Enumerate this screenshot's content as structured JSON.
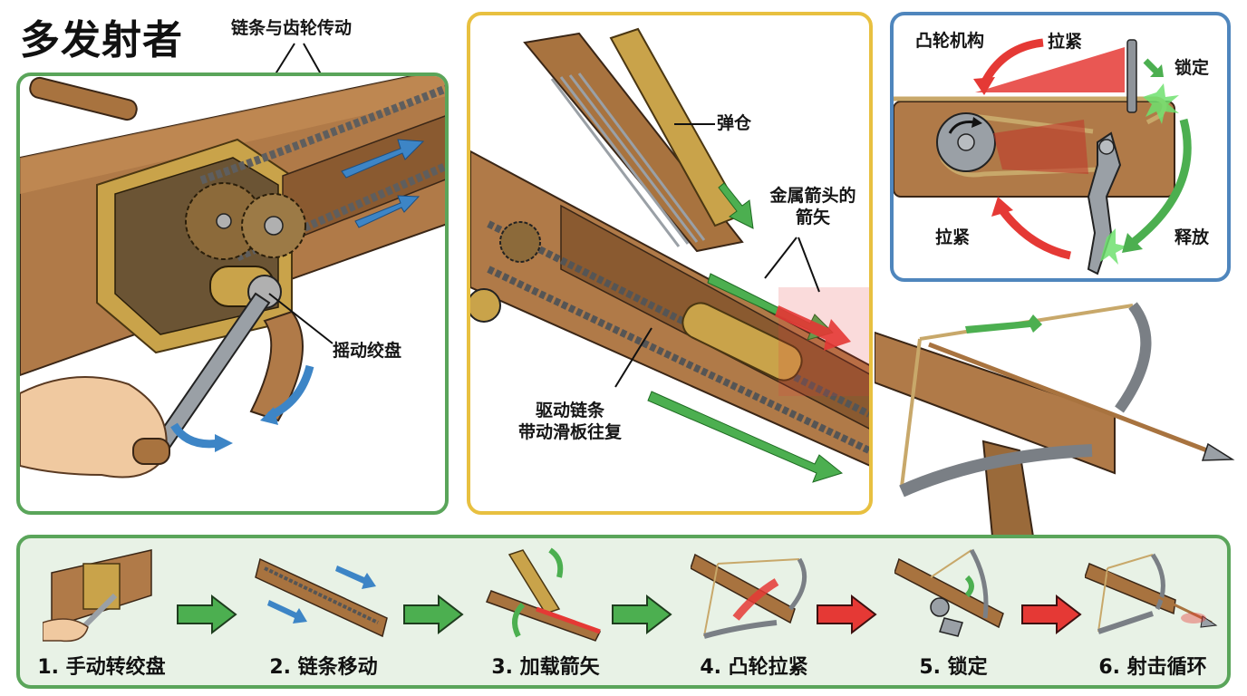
{
  "title": "多发射者",
  "colors": {
    "green_border": "#5aa55a",
    "yellow_border": "#e8c040",
    "blue_border": "#4f86bd",
    "steps_bg": "#e8f2e6",
    "arrow_green": "#4caf50",
    "arrow_red": "#e53935",
    "arrow_blue": "#3d85c6",
    "wood": "#b07a48",
    "brass": "#c9a34a",
    "steel": "#9aa0a6"
  },
  "gear_panel": {
    "callout_top": "链条与齿轮传动",
    "callout_crank": "摇动绞盘"
  },
  "magazine_panel": {
    "callout_magazine": "弹仓",
    "callout_arrows_line1": "金属箭头的",
    "callout_arrows_line2": "箭矢",
    "callout_chain_line1": "驱动链条",
    "callout_chain_line2": "带动滑板往复"
  },
  "cam_panel": {
    "title": "凸轮机构",
    "tension_top": "拉紧",
    "lock": "锁定",
    "tension_bottom": "拉紧",
    "release": "释放"
  },
  "steps": [
    {
      "label": "1. 手动转绞盘",
      "next_arrow": "green"
    },
    {
      "label": "2. 链条移动",
      "next_arrow": "green"
    },
    {
      "label": "3. 加载箭矢",
      "next_arrow": "green"
    },
    {
      "label": "4. 凸轮拉紧",
      "next_arrow": "red"
    },
    {
      "label": "5. 锁定",
      "next_arrow": "red"
    },
    {
      "label": "6. 射击循环",
      "next_arrow": null
    }
  ]
}
